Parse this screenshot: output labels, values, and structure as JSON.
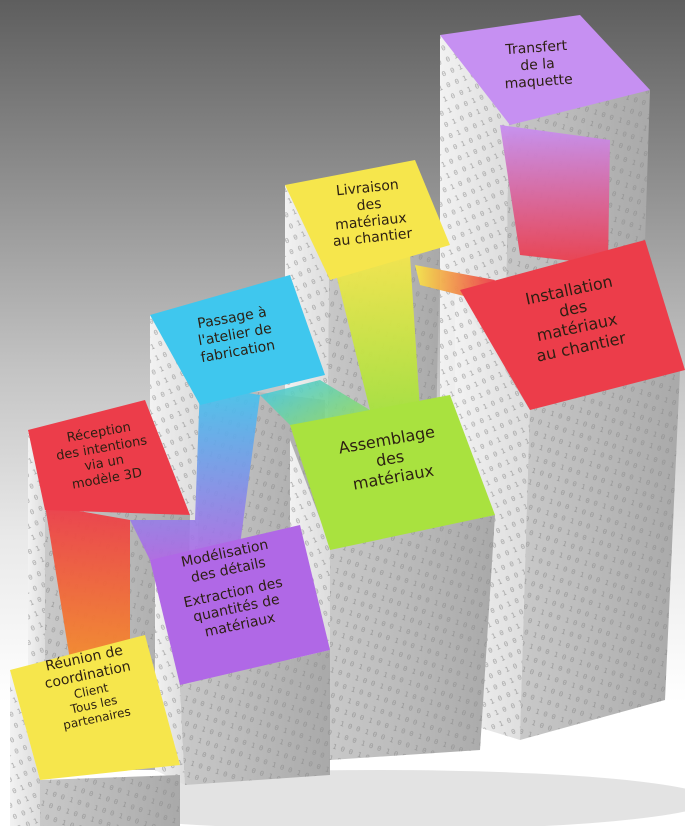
{
  "steps": {
    "reunion": {
      "title": [
        "Réunion de",
        "coordination"
      ],
      "sub": [
        "Client",
        "Tous les",
        "partenaires"
      ],
      "color": "#f6e64c"
    },
    "reception": {
      "title": [
        "Réception",
        "des intentions",
        "via un",
        "modèle 3D"
      ],
      "color": "#ec3d4a"
    },
    "modelisation": {
      "title": [
        "Modélisation",
        "des détails"
      ],
      "sub": [
        "Extraction des",
        "quantités de",
        "matériaux"
      ],
      "color": "#b068e6"
    },
    "passage": {
      "title": [
        "Passage à",
        "l'atelier de",
        "fabrication"
      ],
      "color": "#3fc7ee"
    },
    "assemblage": {
      "title": [
        "Assemblage",
        "des",
        "matériaux"
      ],
      "color": "#a9e23f"
    },
    "livraison": {
      "title": [
        "Livraison",
        "des",
        "matériaux",
        "au chantier"
      ],
      "color": "#f6e64c"
    },
    "installation": {
      "title": [
        "Installation",
        "des",
        "matériaux",
        "au chantier"
      ],
      "color": "#ec3d4a"
    },
    "transfert": {
      "title": [
        "Transfert",
        "de la",
        "maquette"
      ],
      "color": "#c690f2"
    }
  }
}
